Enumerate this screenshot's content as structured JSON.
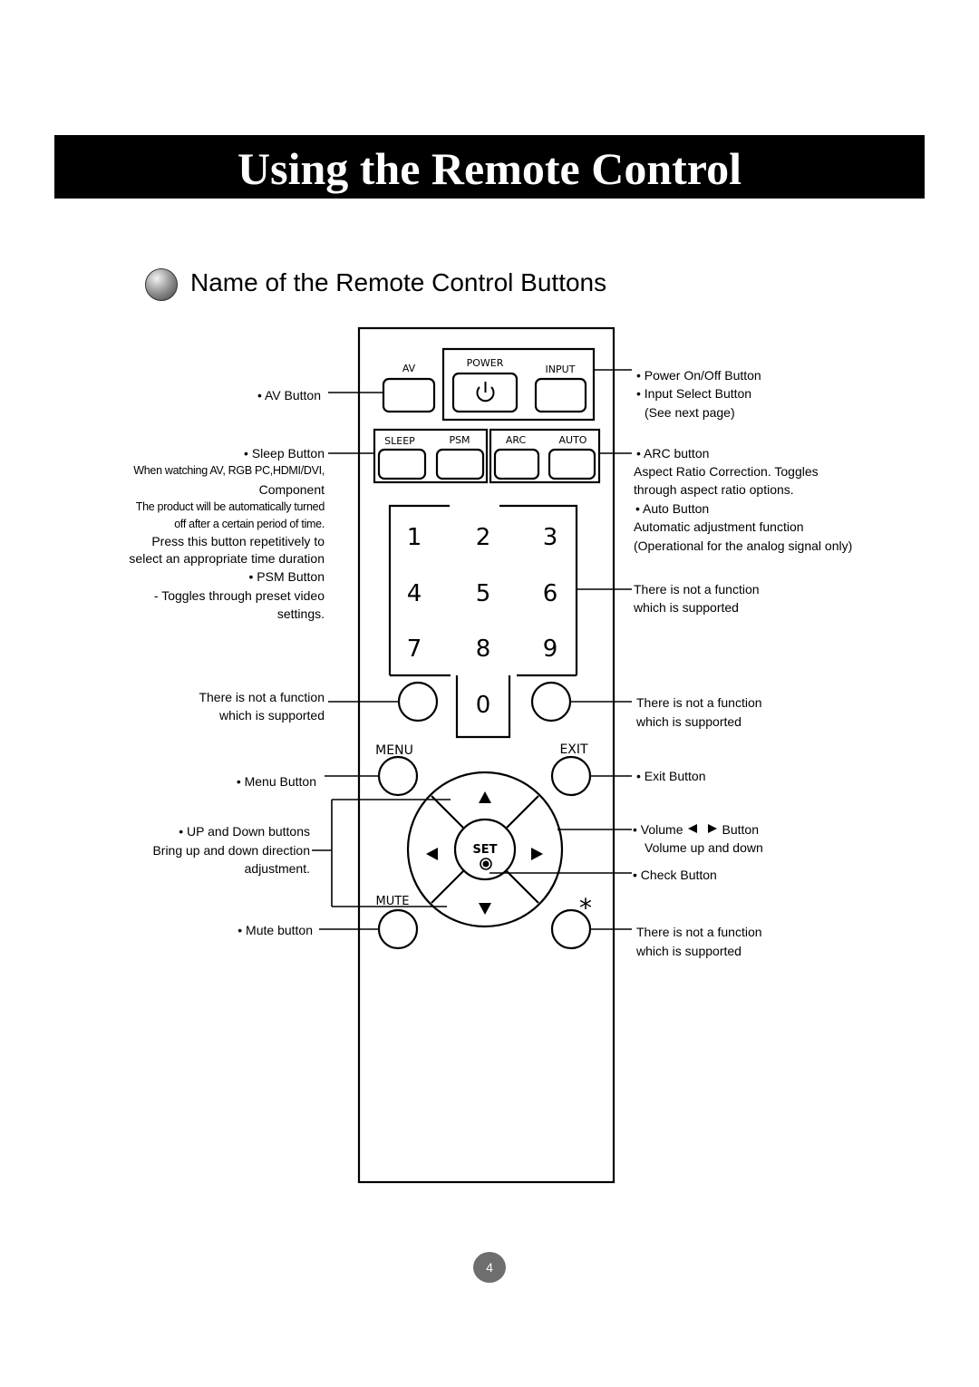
{
  "header": {
    "title": "Using the Remote Control"
  },
  "section": {
    "title": "Name of the Remote Control Buttons"
  },
  "remote": {
    "av_label": "AV",
    "power_label": "POWER",
    "input_label": "INPUT",
    "sleep_label": "SLEEP",
    "psm_label": "PSM",
    "arc_label": "ARC",
    "auto_label": "AUTO",
    "digits": [
      "1",
      "2",
      "3",
      "4",
      "5",
      "6",
      "7",
      "8",
      "9",
      "0"
    ],
    "menu_label": "MENU",
    "exit_label": "EXIT",
    "set_label": "SET",
    "mute_label": "MUTE",
    "star_label": "*"
  },
  "left_notes": {
    "av_button": "• AV Button",
    "sleep_button": "• Sleep Button",
    "sleep_when": "When watching AV, RGB PC,HDMI/DVI,",
    "sleep_component": "Component",
    "sleep_auto_off_1": "The product will be automatically turned",
    "sleep_auto_off_2": "off after a certain period of time.",
    "sleep_press_1": "Press this button repetitively to",
    "sleep_press_2": "select an appropriate time duration",
    "psm_button": "• PSM Button",
    "psm_desc_1": "- Toggles through preset video",
    "psm_desc_2": "settings.",
    "no_function_1": "There is not a function",
    "no_function_2": "which is supported",
    "menu_button": "• Menu Button",
    "updown_1": "• UP and Down buttons",
    "updown_2": "Bring up and down direction",
    "updown_3": "adjustment.",
    "mute_button": "• Mute button"
  },
  "right_notes": {
    "power_button": "• Power On/Off Button",
    "input_button": "• Input Select Button",
    "see_next": "(See next page)",
    "arc_button": "• ARC button",
    "arc_desc_1": "Aspect Ratio Correction. Toggles",
    "arc_desc_2": "through aspect ratio options.",
    "auto_button": "• Auto Button",
    "auto_desc_1": "Automatic adjustment function",
    "auto_desc_2": "(Operational for the analog signal only)",
    "digits_no_function_1": "There is not a function",
    "digits_no_function_2": "which is supported",
    "right_no_function_1": "There is not a function",
    "right_no_function_2": "which is supported",
    "exit_button": "• Exit Button",
    "volume_prefix": "• Volume",
    "volume_suffix": "Button",
    "volume_desc": "Volume up and down",
    "check_button": "• Check Button",
    "star_no_function_1": "There is not a function",
    "star_no_function_2": "which is supported"
  },
  "footer": {
    "page_number": "4"
  }
}
